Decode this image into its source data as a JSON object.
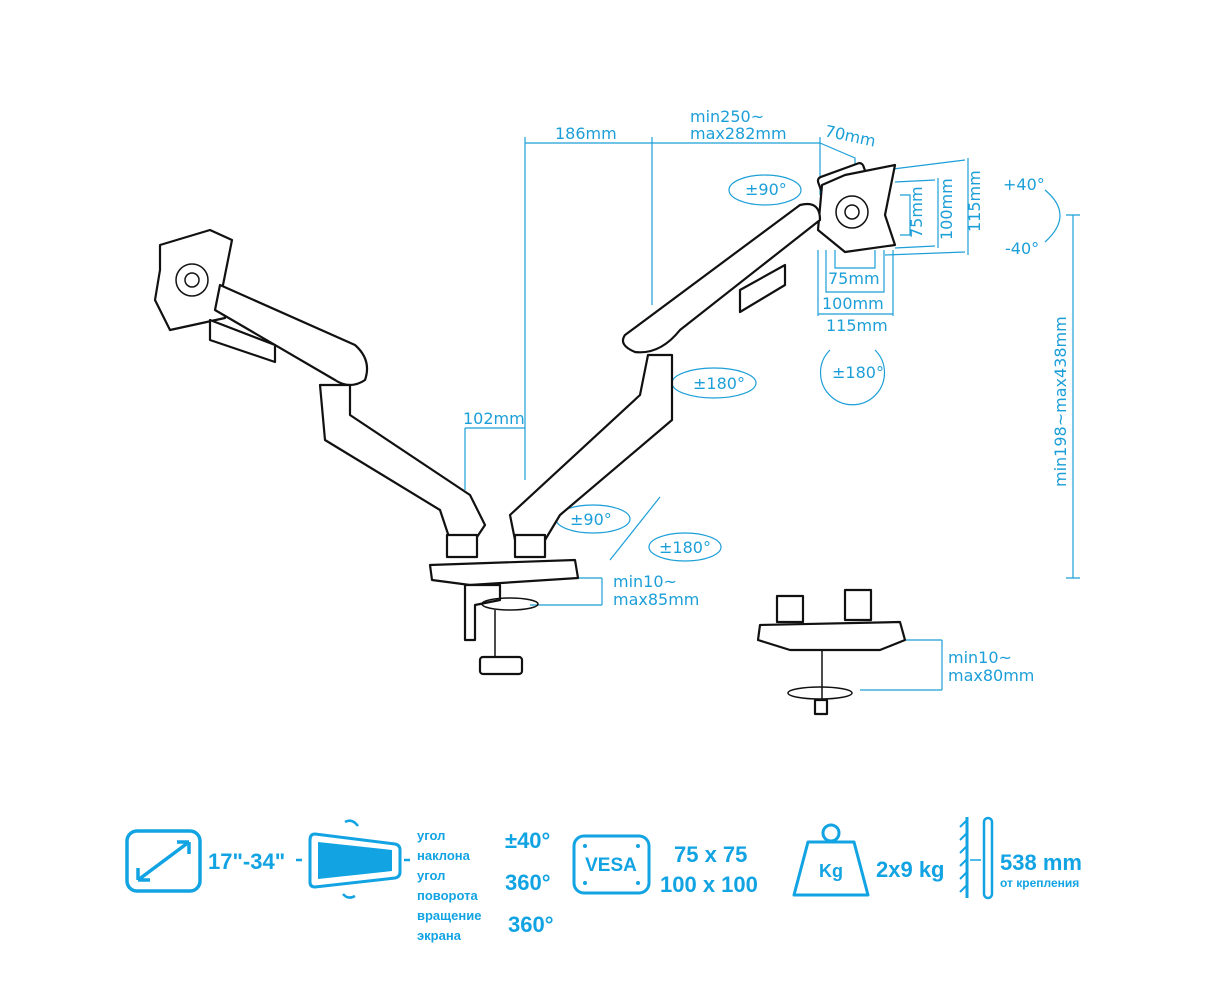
{
  "dimensions": {
    "offset_186": "186mm",
    "arm_reach_min": "min250~",
    "arm_reach_max": "max282mm",
    "plate_depth": "70mm",
    "vesa_v_75": "75mm",
    "vesa_v_100": "100mm",
    "vesa_v_115": "115mm",
    "vesa_h_75": "75mm",
    "vesa_h_100": "100mm",
    "vesa_h_115": "115mm",
    "tilt_up": "+40°",
    "tilt_down": "-40°",
    "height_range": "min198~max438mm",
    "swivel_head": "±90°",
    "rotate_elbow": "±180°",
    "rotate_screen": "±180°",
    "offset_102": "102mm",
    "swivel_base": "±90°",
    "rotate_base": "±180°",
    "clamp_min": "min10~",
    "clamp_max": "max85mm",
    "grommet_min": "min10~",
    "grommet_max": "max80mm"
  },
  "specs": {
    "screen_size": "17\"-34\"",
    "tilt_label_1": "угол",
    "tilt_label_2": "наклона",
    "tilt_value": "±40°",
    "swivel_label_1": "угол",
    "swivel_label_2": "поворота",
    "swivel_value": "360°",
    "rotation_label_1": "вращение",
    "rotation_label_2": "экрана",
    "rotation_value": "360°",
    "vesa_badge": "VESA",
    "vesa_1": "75 x 75",
    "vesa_2": "100 x 100",
    "weight_badge": "Kg",
    "weight": "2x9 kg",
    "distance": "538 mm",
    "distance_note": "от крепления"
  },
  "colors": {
    "accent": "#12a3e3",
    "dimension": "#1c9fd8"
  }
}
